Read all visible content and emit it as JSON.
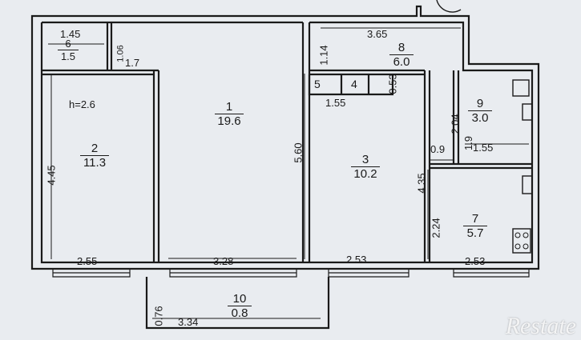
{
  "rooms": [
    {
      "id": "1",
      "number": "1",
      "area": "19.6"
    },
    {
      "id": "2",
      "number": "2",
      "area": "11.3"
    },
    {
      "id": "3",
      "number": "3",
      "area": "10.2"
    },
    {
      "id": "4",
      "number": "4"
    },
    {
      "id": "5",
      "number": "5"
    },
    {
      "id": "6",
      "number": "6",
      "area": "1.5"
    },
    {
      "id": "7",
      "number": "7",
      "area": "5.7"
    },
    {
      "id": "8",
      "number": "8",
      "area": "6.0"
    },
    {
      "id": "9",
      "number": "9",
      "area": "3.0"
    },
    {
      "id": "10",
      "number": "10",
      "area": "0.8"
    }
  ],
  "dimensions": {
    "d_145": "1.45",
    "d_106": "1.06",
    "d_17": "1.7",
    "d_365": "3.65",
    "d_114": "1.14",
    "d_053": "0.53",
    "d_155a": "1.55",
    "d_204": "2.04",
    "d_19": "1.9",
    "d_155b": "1.55",
    "d_09": "0.9",
    "d_445": "4.45",
    "d_560": "5.60",
    "d_435": "4.35",
    "d_224": "2.24",
    "d_255": "2.55",
    "d_328": "3.28",
    "d_253a": "2.53",
    "d_253b": "2.53",
    "d_076": "0.76",
    "d_334": "3.34"
  },
  "height_note": "h=2.6",
  "watermark": "Restate"
}
